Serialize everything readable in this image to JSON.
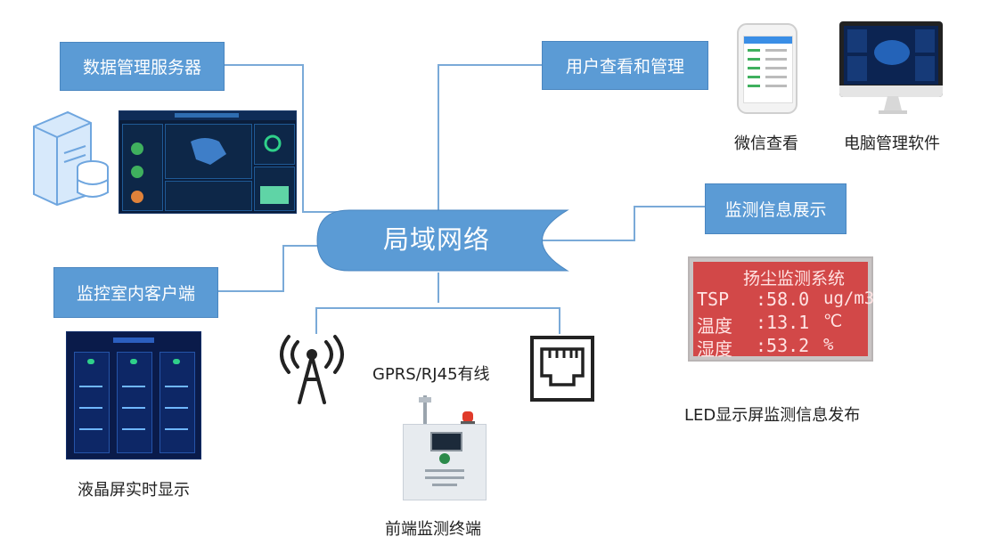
{
  "hub": {
    "label": "局域网络"
  },
  "labels": {
    "server": "数据管理服务器",
    "user_view": "用户查看和管理",
    "monitor_info": "监测信息展示",
    "control_room": "监控室内客户端"
  },
  "captions": {
    "wechat": "微信查看",
    "pc_software": "电脑管理软件",
    "network": "GPRS/RJ45有线",
    "lcd": "液晶屏实时显示",
    "led": "LED显示屏监测信息发布",
    "terminal": "前端监测终端"
  },
  "led_board": {
    "title": "扬尘监测系统",
    "rows": [
      {
        "name": "TSP",
        "value": ":58.0",
        "unit": "ug/m3"
      },
      {
        "name": "温度",
        "value": ":13.1",
        "unit": "℃"
      },
      {
        "name": "湿度",
        "value": ":53.2",
        "unit": "%"
      }
    ]
  },
  "colors": {
    "label_fill": "#5b9bd5",
    "connector": "#7aaad8",
    "hub_fill": "#5b9bd5",
    "led_red": "#d24848"
  },
  "icons": {
    "server": "server-database-icon",
    "antenna": "signal-tower-icon",
    "ethernet": "ethernet-port-icon"
  }
}
